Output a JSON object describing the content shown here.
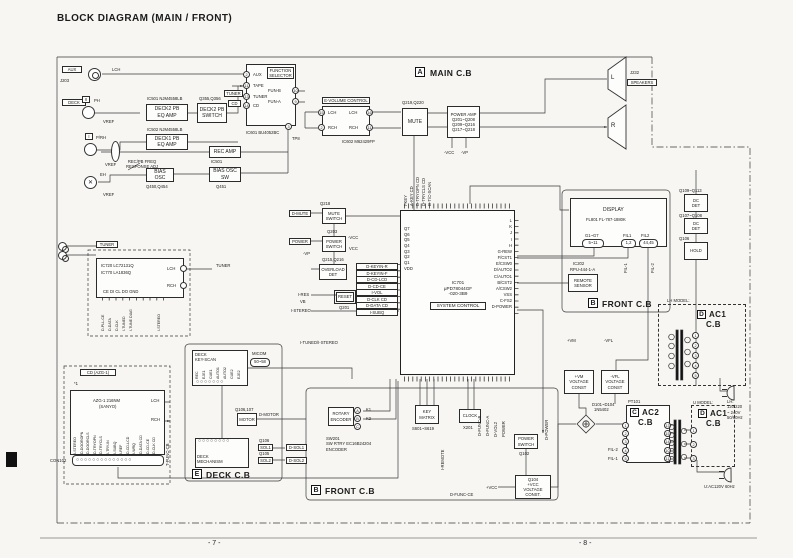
{
  "page": {
    "title": "BLOCK  DIAGRAM  (MAIN / FRONT)",
    "pg_left": "- 7 -",
    "pg_right": "- 8 -"
  },
  "sections": {
    "main": {
      "badge": "A",
      "label": "MAIN C.B"
    },
    "front_r": {
      "badge": "B",
      "label": "FRONT C.B"
    },
    "front_b": {
      "badge": "B",
      "label": "FRONT C.B"
    },
    "deck": {
      "badge": "E",
      "label": "DECK C.B"
    },
    "ac1_lh": {
      "badge": "D",
      "l1": "AC1",
      "l2": "C.B",
      "model": "LH MODEL:",
      "rating": "LH:\n120/220\n~ 240V\n50/60Hz"
    },
    "ac1_u": {
      "badge": "D",
      "l1": "AC1",
      "l2": "C.B",
      "model": "U MODEL:",
      "rating": "U:AC120V 60Hz"
    },
    "ac2": {
      "badge": "C",
      "l1": "AC2",
      "l2": "C.B",
      "part": "PT101"
    }
  },
  "tape": {
    "aux": "AUX",
    "jack": "J203",
    "lch": "LCH",
    "deck": "DECK",
    "d2": "II",
    "d2h": "PH",
    "d1": "I",
    "d1h": "P/RH",
    "eh": "EH",
    "ehx": "✕",
    "vref": "VREF",
    "eq2p": "IC501 NJM4558LB",
    "eq2": "DECK2 PB\nEQ AMP",
    "swp": "Q355,Q356",
    "sw": "DECK2 PB\nSWITCH",
    "eq1p": "IC502 NJM4558LB",
    "eq1": "DECK1 PB\nEQ AMP",
    "rec": "REC AMP",
    "recp": "IC501",
    "adj": "REC/PB FREQ\nRESPONSE ADJ",
    "bo": "BIAS\nOSC",
    "bop": "Q450,Q454",
    "bs": "BIAS OSC\nSW",
    "bsp": "Q451"
  },
  "fsel": {
    "title": "FUNCTION\nSELECTOR",
    "part": "IC601 BU4052BC",
    "tp": "TP8",
    "p2": "2",
    "p2l": "AUX",
    "p11": "11",
    "p11l": "TAPE",
    "p13": "13",
    "p13l": "TUNER",
    "p14": "14",
    "p14l": "CD",
    "funb": "FUN-B",
    "pb": "10",
    "funa": "FUN-A",
    "pa": "9",
    "p3": "3",
    "tuner_box": "TUNER",
    "cd_box": "CD"
  },
  "evol": {
    "title": "E-VOLUME CONTROL",
    "part": "IC602 M62429FP",
    "p15": "15",
    "p15l": "LCH",
    "p2": "2",
    "p2l": "RCH",
    "p16": "16",
    "p16l": "LCH",
    "p11": "11",
    "p11l": "RCH"
  },
  "mute": {
    "part": "Q219,Q220",
    "label": "MUTE"
  },
  "pamp": {
    "lines": "POWER AMP\nQ201~Q208\nQ209~Q216\nQ217~Q218",
    "vcc": "-VCC",
    "vp": "-VP"
  },
  "spk": {
    "part": "J232",
    "label": "SPEAKERS",
    "l": "L",
    "r": "R"
  },
  "mid": {
    "dmute": "D-MUTE",
    "q218": "Q218",
    "musw": "MUTE\nSWITCH",
    "power": "POWER",
    "q203": "Q203",
    "posw": "POWER\nSWITCH",
    "nvcc": "-VCC",
    "vcc": "VCC",
    "nvp": "-VP",
    "q215": "Q215,Q216",
    "ovl": "OVERLOAD\nDET",
    "ires": "I-RES",
    "vb": "VB",
    "reset": "RESET",
    "q201": "Q201",
    "istereo": "I-STEREO"
  },
  "micom": {
    "name": "IC701\nμPD78044GF\n-020-3B9",
    "role": "SYSTEM CONTROL",
    "lpins": "Q7\nQ6\nQ5\nQ4\nQ3\nQ2\nQ1\nVDD",
    "lbox": [
      "D-KEYIN-R",
      "D-KEYIN-F",
      "D-CD-LCD",
      "D-CD-CE",
      "I-VOL",
      "D-CLK CD",
      "D-DATA CD",
      "I-SUBQ"
    ],
    "rpins": "L\nK\nJ\nI\nH\nG-REW\nF/CST1\nE/CSW0\nD/AUTO2\nC/AUTO1\nB/CST2\nA/CSW2\nVSS\nC-FS2\nD-POWER",
    "top": [
      "I-KEY",
      "A-KEY CD",
      "D-TRYOPN CD",
      "D-TRYCLS CD",
      "D-T/C-SCAN"
    ]
  },
  "disp": {
    "l1": "DISPLAY",
    "l2": "FL801 FL-787-1880K",
    "g": "G1~G7",
    "gp": "5~11",
    "f1": "FIL1",
    "f1p": "1,2",
    "f2": "FIL2",
    "f2p": "44,45",
    "fil1": "FIL-1",
    "fil2": "FIL-2"
  },
  "remote": {
    "part": "IC202",
    "part2": "RPU-444-1-A",
    "label": "REMOTE\nSENSOR"
  },
  "rdet": {
    "q1": "Q109~Q113",
    "b1": "DC\nDET",
    "q2": "Q107~Q108",
    "b2": "DC\nDET",
    "q3": "Q106",
    "b3": "HOLD"
  },
  "pwr": {
    "vm": "+VM",
    "vfl": "-VFL",
    "vmblk": "+VM\nVOLTAGE\nCONST",
    "vflblk": "-VFL\nVOLTAGE\nCONST",
    "d": "D101~D104",
    "dn": "1N5402",
    "vccblk": "Q104\n+VCC\nVOLTAGE\nCONST.",
    "pvcc": "+VCC",
    "posw": "POWER\nSWITCH",
    "q102": "Q102",
    "fil2": "FIL-2",
    "fil1": "FIL-1",
    "ac2_l": [
      "1",
      "2",
      "3",
      "4",
      "5"
    ],
    "ac2_r": [
      "13",
      "15",
      "14",
      "10",
      "11"
    ],
    "u_p": [
      "1",
      "2",
      "3"
    ],
    "lh_p": [
      "1",
      "2",
      "3",
      "4",
      "5"
    ]
  },
  "front": {
    "clock": "CLOCK",
    "x201": "X201",
    "key": "KEY\nMATRIX",
    "keys": "S601~S619",
    "rot": "ROTARY\nENCODER",
    "rotp": "SW201\nSW RTRY EC16B24204\nENCODER",
    "pa": "A",
    "pbn": "B",
    "pc": "C",
    "k1": "K1",
    "k2": "K2",
    "dfunc": "D-FUNC-CE",
    "v": [
      "I-REMOTE",
      "D-FUNC-B",
      "D-FUNC-A",
      "D-VOL2",
      "POWER",
      "D-POWER"
    ]
  },
  "deckblk": {
    "scan": "DECK\nKEY-SCAN",
    "micom": "MICOM",
    "mpins": "50~58",
    "scanpins": [
      "REC",
      "EJE1",
      "CUE1",
      "AUTO1",
      "AUTO2",
      "CUE2",
      "EJE2"
    ],
    "qmotor": "Q106,107",
    "motor": "MOTOR",
    "dmotor": "D-MOTOR",
    "mech": "DECK\nMECHANISM",
    "q106": "Q106",
    "sol1": "SOL1",
    "dsol1": "D-SOL1",
    "q105": "Q105",
    "sol2": "SOL2",
    "dsol2": "D-SOL2",
    "ituned": "I-TUNED/I-STEREO",
    "dots7": "○○○○○○○",
    "dots8": "○○○○○○○○"
  },
  "cd": {
    "hdr": "CD (AZG-1)",
    "note": "*1",
    "l1": "AZG-1 216NM",
    "l2": "(SANYO)",
    "lch": "LCH",
    "rch": "RCH",
    "pins": [
      "I-STEREO",
      "D-DOOROPN",
      "D-DOORCLS",
      "D-TRYOPN",
      "D-TRYCLS",
      "I-TRY-IN",
      "I-SUBQ",
      "I-REF",
      "D-CD-LCD",
      "I-WRQ",
      "D-DATA CD",
      "D-CD-CE",
      "D-CLK CD"
    ],
    "con": "CON102",
    "tfunc": "T-FUNC-CB",
    "dots": "○○○○○○○○○○○○○○"
  },
  "tun": {
    "hdr": "TUNER",
    "p1": "IC720 LC72131Q",
    "p2": "IC770 LA1836Q",
    "lch": "LCH",
    "rch": "RCH",
    "pn": "CE   DI   CL   DO   GND",
    "pins": [
      "D-PLL-CE",
      "D-DATA",
      "D-CLK",
      "I-TUNED",
      "I-TUNE DIAG",
      "I-STEREO"
    ],
    "wire": "TUNER"
  }
}
